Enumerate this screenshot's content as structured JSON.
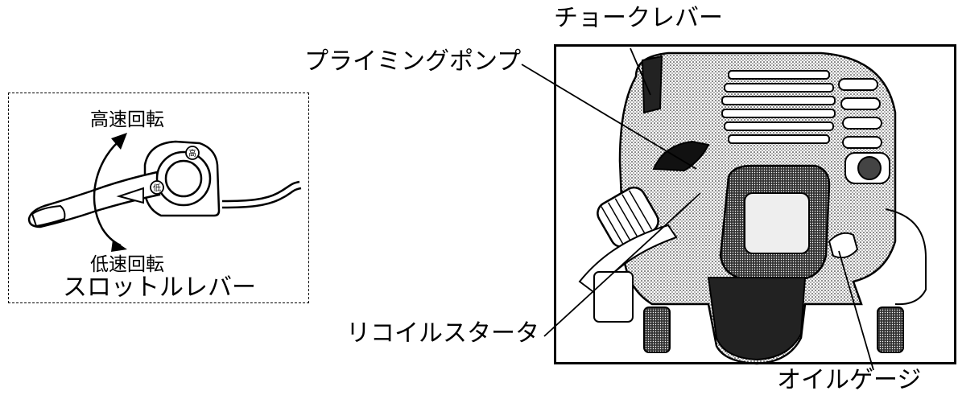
{
  "throttle_panel": {
    "high_speed_label": "高速回転",
    "low_speed_label": "低速回転",
    "title": "スロットルレバー",
    "high_mark": "高",
    "low_mark": "低"
  },
  "engine_panel": {
    "choke_lever_label": "チョークレバー",
    "priming_pump_label": "プライミングポンプ",
    "recoil_starter_label": "リコイルスタータ",
    "oil_gauge_label": "オイルゲージ"
  }
}
